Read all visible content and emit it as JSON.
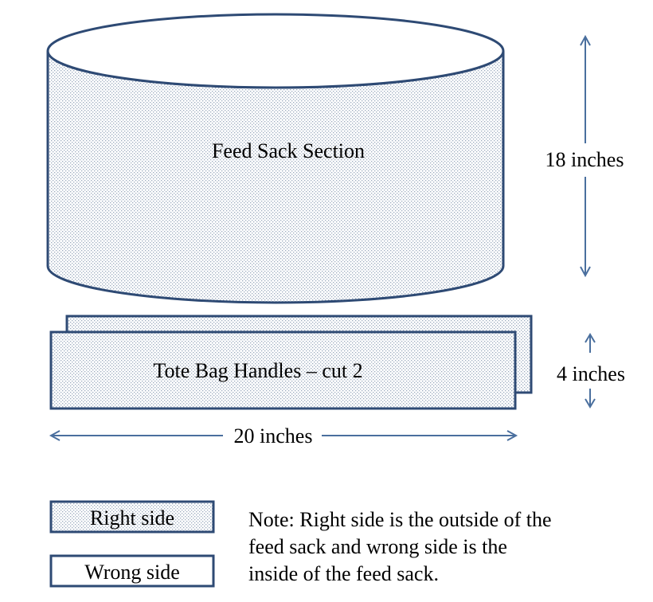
{
  "colors": {
    "outline": "#2e4a74",
    "arrow": "#4a6f9e",
    "dot": "#9aa9bd",
    "fill": "#ffffff",
    "text": "#000000"
  },
  "diagram": {
    "cylinder_label": "Feed Sack Section",
    "height_label": "18 inches",
    "handles_label": "Tote Bag Handles – cut 2",
    "handle_height_label": "4 inches",
    "width_label": "20 inches"
  },
  "legend": {
    "right_side": "Right side",
    "wrong_side": "Wrong side"
  },
  "note": {
    "lines": [
      "Note:  Right side is the outside of the",
      "feed sack and wrong side is the",
      "inside of the feed sack."
    ]
  }
}
